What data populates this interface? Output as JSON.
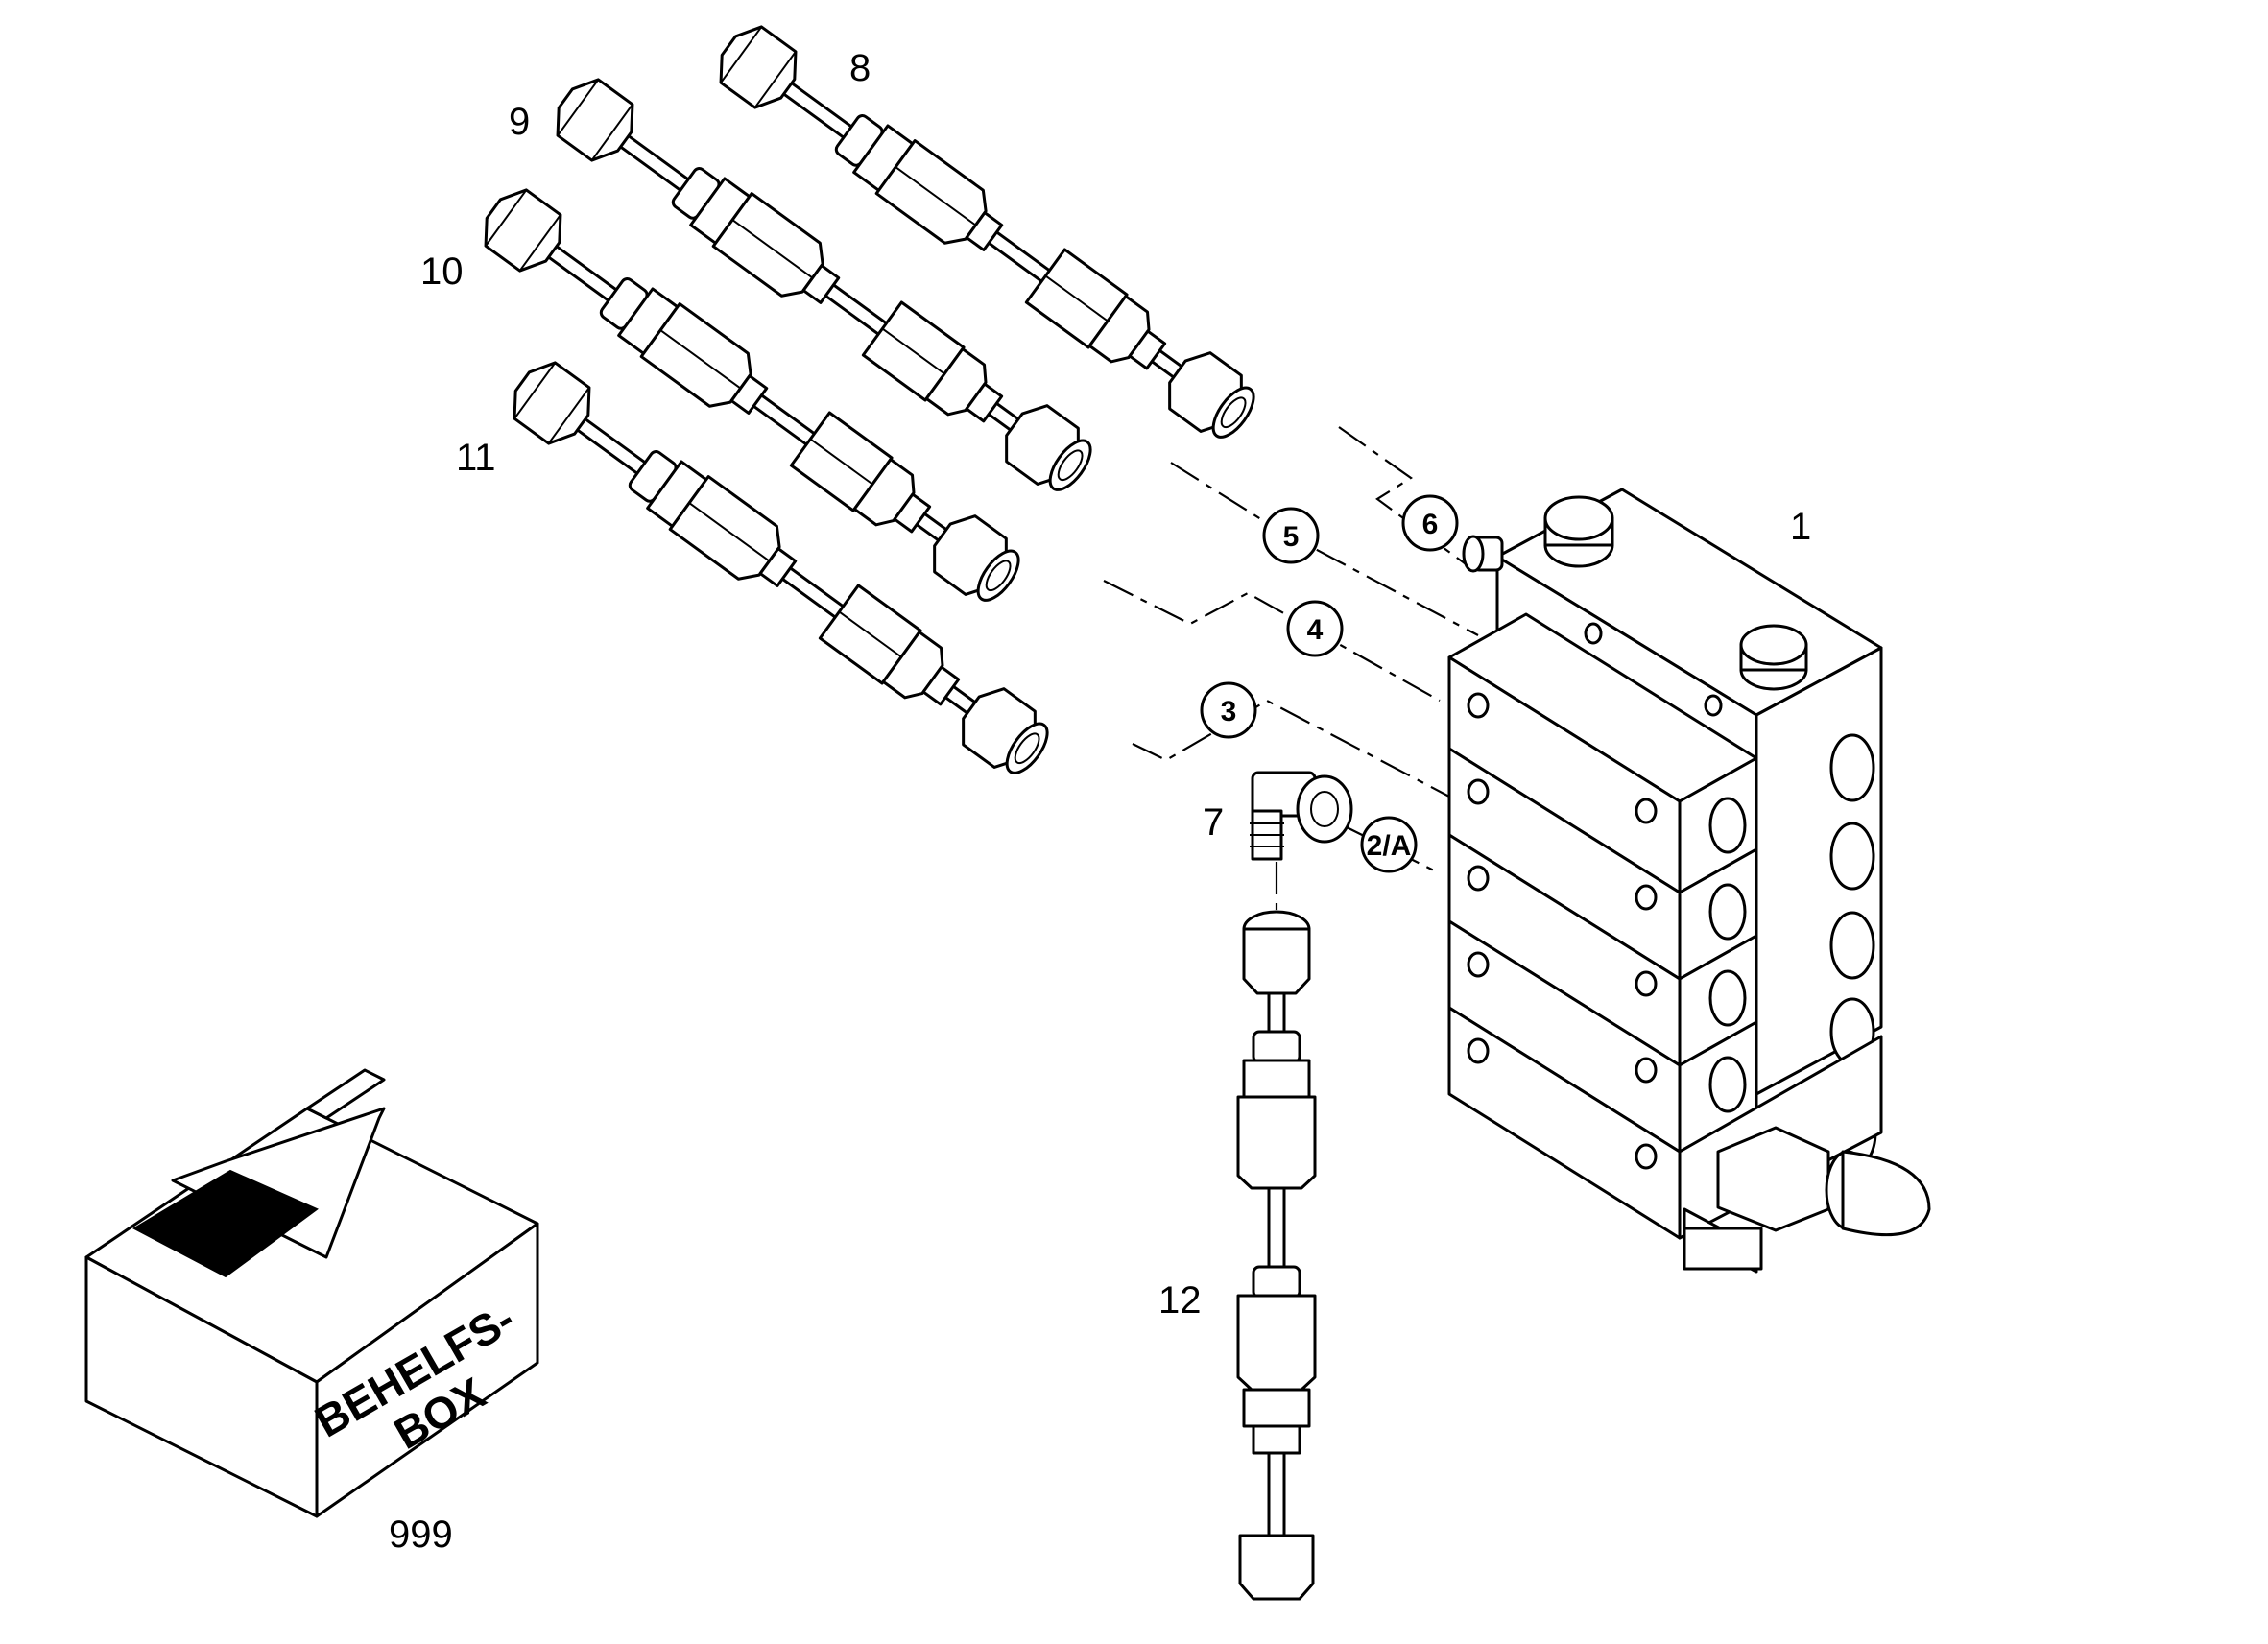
{
  "part_numbers": {
    "p1": "1",
    "p7": "7",
    "p8": "8",
    "p9": "9",
    "p10": "10",
    "p11": "11",
    "p12": "12",
    "p999": "999"
  },
  "callouts": {
    "c2a": "2/A",
    "c3": "3",
    "c4": "4",
    "c5": "5",
    "c6": "6"
  },
  "box": {
    "line1": "BEHELFS-",
    "line2": "BOX"
  }
}
